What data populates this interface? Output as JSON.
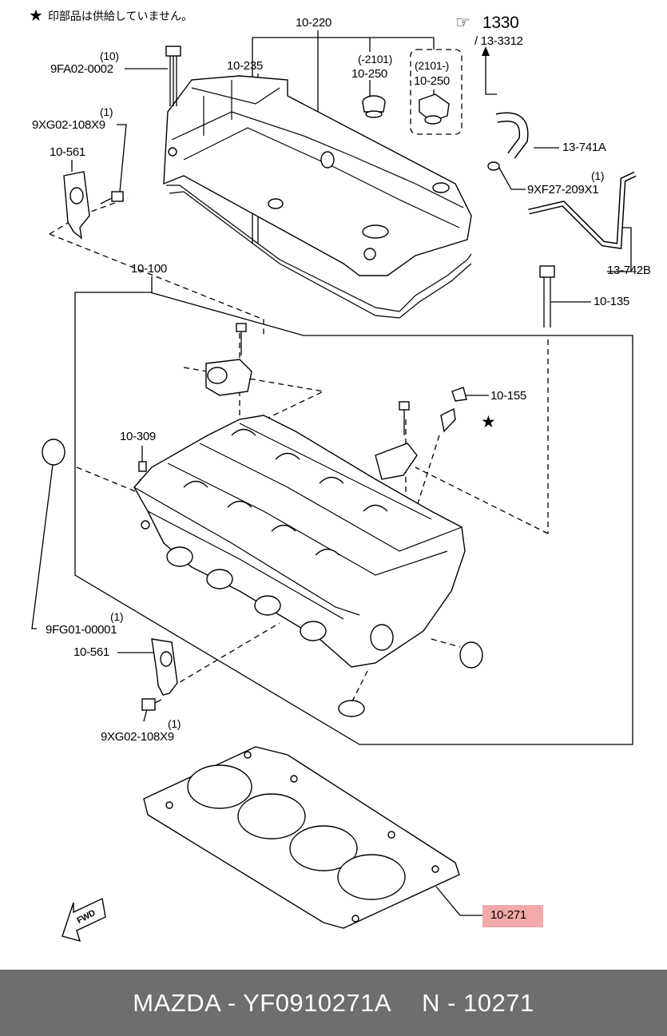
{
  "note": {
    "star": "★",
    "text": "印部品は供給していません。"
  },
  "callouts": {
    "c10_220": "10-220",
    "c10_235": "10-235",
    "qty10": "(10)",
    "c9FA02": "9FA02-0002",
    "qty1_a": "(1)",
    "c9XG02_top": "9XG02-108X9",
    "c10_561_top": "10-561",
    "range_a": "(-2101)",
    "c10_250_a": "10-250",
    "range_b": "(2101-)",
    "c10_250_b": "10-250",
    "ref_hand": "☞",
    "ref_1330": "1330",
    "ref_13_3312": "/ 13-3312",
    "c13_741A": "13-741A",
    "qty1_b": "(1)",
    "c9XF27": "9XF27-209X1",
    "c13_742B": "13-742B",
    "c10_100": "10-100",
    "c10_135": "10-135",
    "c10_155": "10-155",
    "star_mark": "★",
    "c10_309": "10-309",
    "qty1_c": "(1)",
    "c9FG01": "9FG01-00001",
    "c10_561_bot": "10-561",
    "qty1_d": "(1)",
    "c9XG02_bot": "9XG02-108X9",
    "c10_271": "10-271",
    "fwd": "FWD"
  },
  "footer": {
    "brand": "MAZDA - YF0910271A",
    "ref": "N - 10271"
  },
  "colors": {
    "highlight": "#f2a9a9",
    "footer_bg": "#6e6e6e"
  }
}
